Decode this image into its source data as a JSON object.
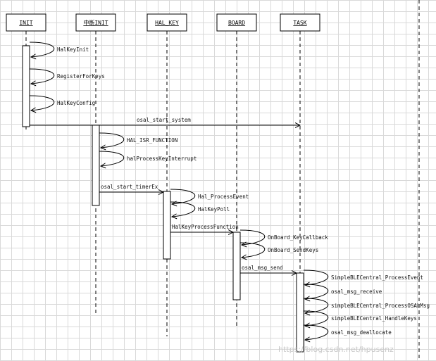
{
  "objects": [
    {
      "id": "init",
      "label": "INIT"
    },
    {
      "id": "irq",
      "label": "中断INIT"
    },
    {
      "id": "halkey",
      "label": "HAL_KEY"
    },
    {
      "id": "board",
      "label": "BOARD"
    },
    {
      "id": "task",
      "label": "TASK"
    }
  ],
  "messages": [
    {
      "from": "init",
      "to": "init",
      "label": "HalKeyInit"
    },
    {
      "from": "init",
      "to": "init",
      "label": "RegisterForKeys"
    },
    {
      "from": "init",
      "to": "init",
      "label": "HalKeyConfig"
    },
    {
      "from": "init",
      "to": "task",
      "label": "osal_start_system"
    },
    {
      "from": "irq",
      "to": "irq",
      "label": "HAL_ISR_FUNCTION"
    },
    {
      "from": "irq",
      "to": "irq",
      "label": "halProcessKeyInterrupt"
    },
    {
      "from": "irq",
      "to": "halkey",
      "label": "osal_start_timerEx"
    },
    {
      "from": "halkey",
      "to": "halkey",
      "label": "Hal_ProcessEvent"
    },
    {
      "from": "halkey",
      "to": "halkey",
      "label": "HalKeyPoll"
    },
    {
      "from": "halkey",
      "to": "board",
      "label": "HalKeyProcessFunction"
    },
    {
      "from": "board",
      "to": "board",
      "label": "OnBoard_KeyCallback"
    },
    {
      "from": "board",
      "to": "board",
      "label": "OnBoard_SendKeys"
    },
    {
      "from": "board",
      "to": "task",
      "label": "osal_msg_send"
    },
    {
      "from": "task",
      "to": "task",
      "label": "SimpleBLECentral_ProcessEvent"
    },
    {
      "from": "task",
      "to": "task",
      "label": "osal_msg_receive"
    },
    {
      "from": "task",
      "to": "task",
      "label": "simpleBLECentral_ProcessOSALMsg"
    },
    {
      "from": "task",
      "to": "task",
      "label": "simpleBLECentral_HandleKeys"
    },
    {
      "from": "task",
      "to": "task",
      "label": "osal_msg_deallocate"
    }
  ],
  "watermark": "https://blog.csdn.net/hpusenz"
}
